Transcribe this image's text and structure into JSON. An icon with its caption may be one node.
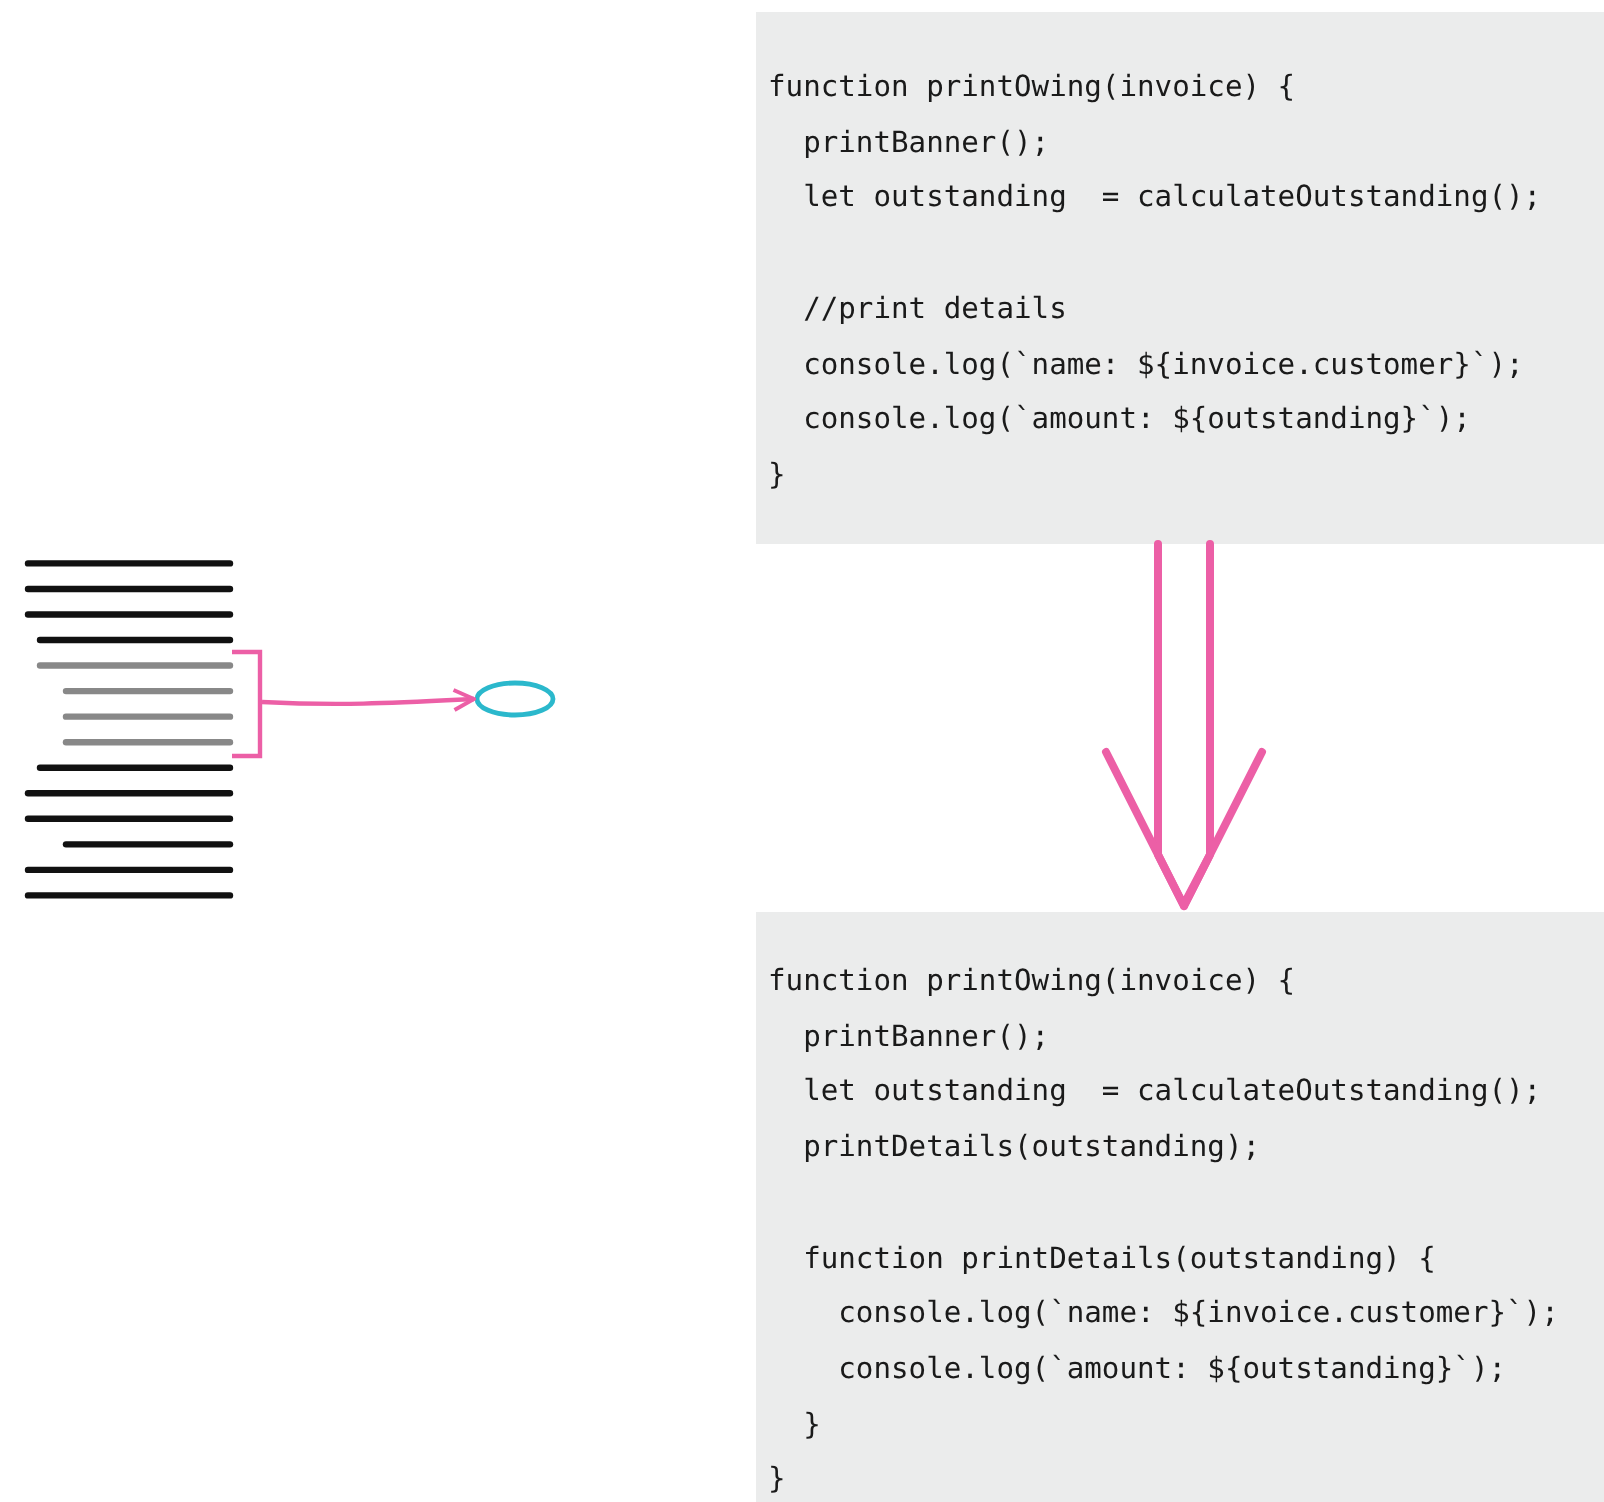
{
  "diagram": {
    "nodes": [
      {
        "text": [
          "function printOwing(invoice) {",
          "  printBanner();",
          "  let outstanding  = calculateOutstanding();",
          "  //print details",
          "  console.log(`name: ${invoice.customer}`);",
          "  console.log(`amount: ${outstanding}`);",
          "}"
        ]
      },
      {
        "text": [
          "function printOwing(invoice) {",
          "  printBanner();",
          "  let outstanding  = calculateOutstanding();",
          "  printDetails(outstanding);",
          "  function printDetails(outstanding) {",
          "    console.log(`name: ${invoice.customer}`);",
          "    console.log(`amount: ${outstanding}`);",
          "  }",
          "}"
        ]
      },
      {
        "text": [],
        "shape": "picture"
      },
      {
        "text": [],
        "shape": "circle"
      }
    ],
    "edges": [
      {
        "from": 0,
        "to": 1,
        "arrow": "to",
        "style": "thick"
      },
      {
        "from": 2,
        "to": 3,
        "arrow": "to"
      }
    ]
  }
}
